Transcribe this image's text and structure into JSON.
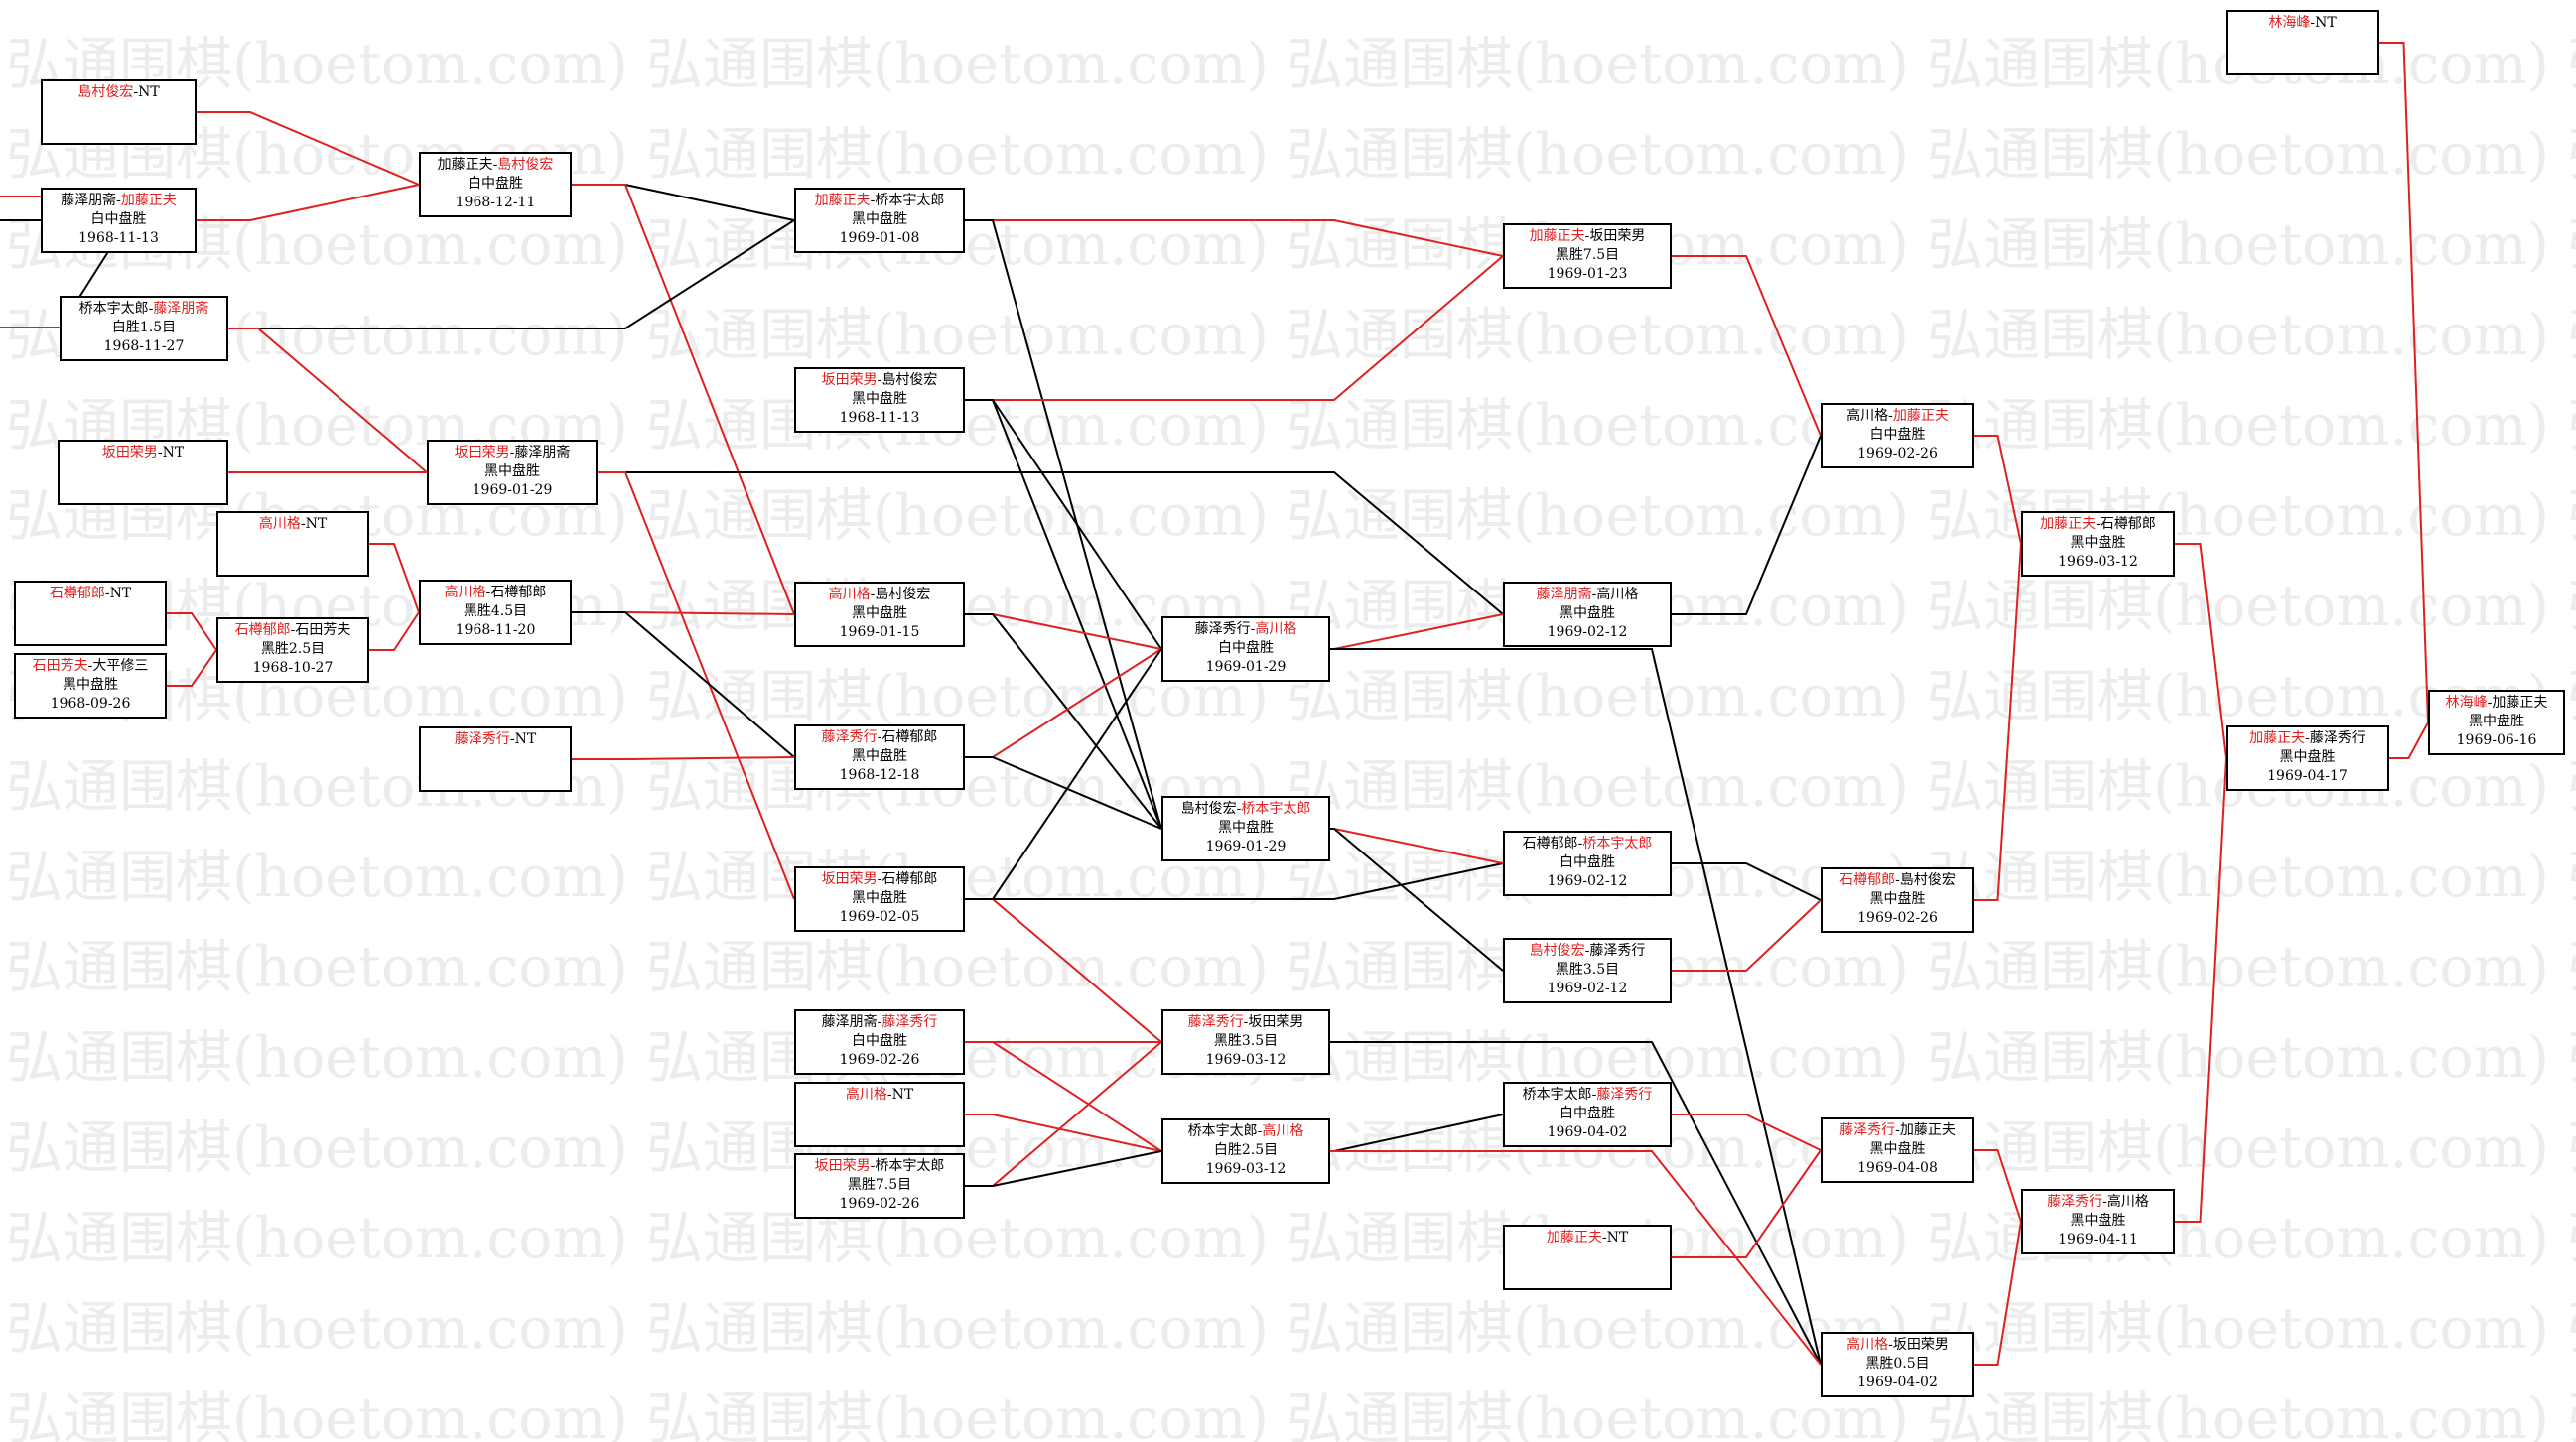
{
  "watermark": "弘通围棋(hoetom.com)",
  "colors": {
    "winner": "#e02020",
    "loss_line": "#000000",
    "win_line": "#e02020"
  },
  "boxes": [
    {
      "id": "b1",
      "p1": "島村俊宏",
      "p2": "NT",
      "winner": 1,
      "result": "",
      "date": ""
    },
    {
      "id": "b2",
      "p1": "藤泽朋斋",
      "p2": "加藤正夫",
      "winner": 2,
      "result": "白中盘胜",
      "date": "1968-11-13"
    },
    {
      "id": "b3",
      "p1": "桥本宇太郎",
      "p2": "藤泽朋斋",
      "winner": 2,
      "result": "白胜1.5目",
      "date": "1968-11-27"
    },
    {
      "id": "b4",
      "p1": "坂田荣男",
      "p2": "NT",
      "winner": 1,
      "result": "",
      "date": ""
    },
    {
      "id": "b5",
      "p1": "石樽郁郎",
      "p2": "NT",
      "winner": 1,
      "result": "",
      "date": ""
    },
    {
      "id": "b6",
      "p1": "石田芳夫",
      "p2": "大平修三",
      "winner": 1,
      "result": "黑中盘胜",
      "date": "1968-09-26"
    },
    {
      "id": "b7",
      "p1": "高川格",
      "p2": "NT",
      "winner": 1,
      "result": "",
      "date": ""
    },
    {
      "id": "b8",
      "p1": "石樽郁郎",
      "p2": "石田芳夫",
      "winner": 1,
      "result": "黑胜2.5目",
      "date": "1968-10-27"
    },
    {
      "id": "b9",
      "p1": "加藤正夫",
      "p2": "島村俊宏",
      "winner": 2,
      "result": "白中盘胜",
      "date": "1968-12-11"
    },
    {
      "id": "b10",
      "p1": "坂田荣男",
      "p2": "藤泽朋斋",
      "winner": 1,
      "result": "黑中盘胜",
      "date": "1969-01-29"
    },
    {
      "id": "b11",
      "p1": "高川格",
      "p2": "石樽郁郎",
      "winner": 1,
      "result": "黑胜4.5目",
      "date": "1968-11-20"
    },
    {
      "id": "b12",
      "p1": "藤泽秀行",
      "p2": "NT",
      "winner": 1,
      "result": "",
      "date": ""
    },
    {
      "id": "b13",
      "p1": "加藤正夫",
      "p2": "桥本宇太郎",
      "winner": 1,
      "result": "黑中盘胜",
      "date": "1969-01-08"
    },
    {
      "id": "b14",
      "p1": "坂田荣男",
      "p2": "島村俊宏",
      "winner": 1,
      "result": "黑中盘胜",
      "date": "1968-11-13"
    },
    {
      "id": "b15",
      "p1": "高川格",
      "p2": "島村俊宏",
      "winner": 1,
      "result": "黑中盘胜",
      "date": "1969-01-15"
    },
    {
      "id": "b16",
      "p1": "藤泽秀行",
      "p2": "石樽郁郎",
      "winner": 1,
      "result": "黑中盘胜",
      "date": "1968-12-18"
    },
    {
      "id": "b17",
      "p1": "坂田荣男",
      "p2": "石樽郁郎",
      "winner": 1,
      "result": "黑中盘胜",
      "date": "1969-02-05"
    },
    {
      "id": "b18",
      "p1": "藤泽朋斋",
      "p2": "藤泽秀行",
      "winner": 2,
      "result": "白中盘胜",
      "date": "1969-02-26"
    },
    {
      "id": "b19",
      "p1": "高川格",
      "p2": "NT",
      "winner": 1,
      "result": "",
      "date": ""
    },
    {
      "id": "b20",
      "p1": "坂田荣男",
      "p2": "桥本宇太郎",
      "winner": 1,
      "result": "黑胜7.5目",
      "date": "1969-02-26"
    },
    {
      "id": "b21",
      "p1": "藤泽秀行",
      "p2": "高川格",
      "winner": 2,
      "result": "白中盘胜",
      "date": "1969-01-29"
    },
    {
      "id": "b22",
      "p1": "島村俊宏",
      "p2": "桥本宇太郎",
      "winner": 2,
      "result": "黑中盘胜",
      "date": "1969-01-29"
    },
    {
      "id": "b23",
      "p1": "藤泽秀行",
      "p2": "坂田荣男",
      "winner": 1,
      "result": "黑胜3.5目",
      "date": "1969-03-12"
    },
    {
      "id": "b24",
      "p1": "桥本宇太郎",
      "p2": "高川格",
      "winner": 2,
      "result": "白胜2.5目",
      "date": "1969-03-12"
    },
    {
      "id": "b25",
      "p1": "加藤正夫",
      "p2": "坂田荣男",
      "winner": 1,
      "result": "黑胜7.5目",
      "date": "1969-01-23"
    },
    {
      "id": "b26",
      "p1": "藤泽朋斋",
      "p2": "高川格",
      "winner": 1,
      "result": "黑中盘胜",
      "date": "1969-02-12"
    },
    {
      "id": "b27",
      "p1": "石樽郁郎",
      "p2": "桥本宇太郎",
      "winner": 2,
      "result": "白中盘胜",
      "date": "1969-02-12"
    },
    {
      "id": "b28",
      "p1": "島村俊宏",
      "p2": "藤泽秀行",
      "winner": 1,
      "result": "黑胜3.5目",
      "date": "1969-02-12"
    },
    {
      "id": "b29",
      "p1": "桥本宇太郎",
      "p2": "藤泽秀行",
      "winner": 2,
      "result": "白中盘胜",
      "date": "1969-04-02"
    },
    {
      "id": "b30",
      "p1": "加藤正夫",
      "p2": "NT",
      "winner": 1,
      "result": "",
      "date": ""
    },
    {
      "id": "b31",
      "p1": "高川格",
      "p2": "加藤正夫",
      "winner": 2,
      "result": "白中盘胜",
      "date": "1969-02-26"
    },
    {
      "id": "b32",
      "p1": "石樽郁郎",
      "p2": "島村俊宏",
      "winner": 1,
      "result": "黑中盘胜",
      "date": "1969-02-26"
    },
    {
      "id": "b33",
      "p1": "藤泽秀行",
      "p2": "加藤正夫",
      "winner": 1,
      "result": "黑中盘胜",
      "date": "1969-04-08"
    },
    {
      "id": "b34",
      "p1": "高川格",
      "p2": "坂田荣男",
      "winner": 1,
      "result": "黑胜0.5目",
      "date": "1969-04-02"
    },
    {
      "id": "b35",
      "p1": "加藤正夫",
      "p2": "石樽郁郎",
      "winner": 1,
      "result": "黑中盘胜",
      "date": "1969-03-12"
    },
    {
      "id": "b36",
      "p1": "藤泽秀行",
      "p2": "高川格",
      "winner": 1,
      "result": "黑中盘胜",
      "date": "1969-04-11"
    },
    {
      "id": "b37",
      "p1": "加藤正夫",
      "p2": "藤泽秀行",
      "winner": 1,
      "result": "黑中盘胜",
      "date": "1969-04-17"
    },
    {
      "id": "b38",
      "p1": "林海峰",
      "p2": "NT",
      "winner": 1,
      "result": "",
      "date": ""
    },
    {
      "id": "b39",
      "p1": "林海峰",
      "p2": "加藤正夫",
      "winner": 1,
      "result": "黑中盘胜",
      "date": "1969-06-16"
    }
  ]
}
